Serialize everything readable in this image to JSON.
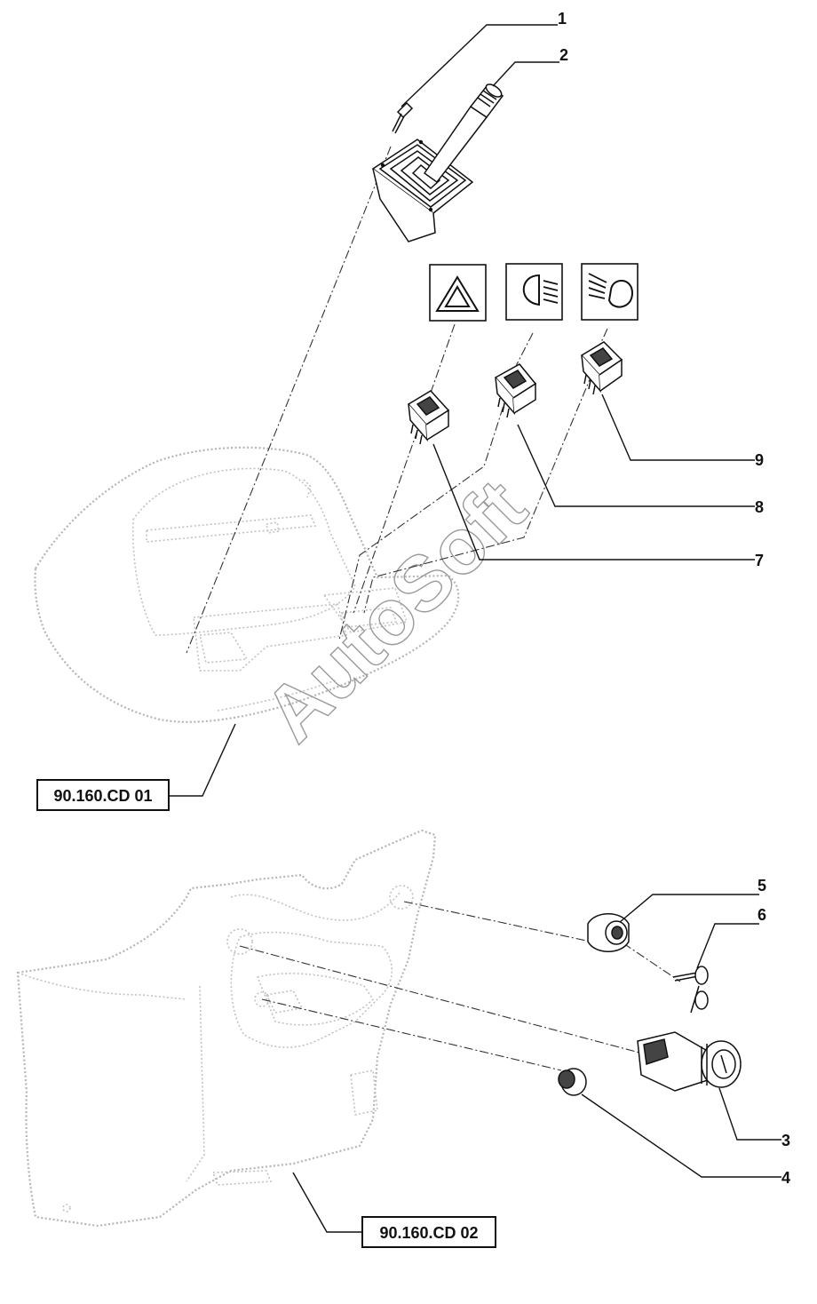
{
  "callouts": [
    {
      "id": "1",
      "text": "1"
    },
    {
      "id": "2",
      "text": "2"
    },
    {
      "id": "3",
      "text": "3"
    },
    {
      "id": "4",
      "text": "4"
    },
    {
      "id": "5",
      "text": "5"
    },
    {
      "id": "6",
      "text": "6"
    },
    {
      "id": "7",
      "text": "7"
    },
    {
      "id": "8",
      "text": "8"
    },
    {
      "id": "9",
      "text": "9"
    }
  ],
  "references": {
    "upper": "90.160.CD 01",
    "lower": "90.160.CD 02"
  },
  "symbols": [
    "hazard-warning-icon",
    "low-beam-icon",
    "high-beam-icon"
  ],
  "watermark": "AutoSoft",
  "colors": {
    "line": "#111111",
    "ghost": "#b5b5b5",
    "watermark": "#9a9a9a",
    "part_fill": "#444444"
  }
}
